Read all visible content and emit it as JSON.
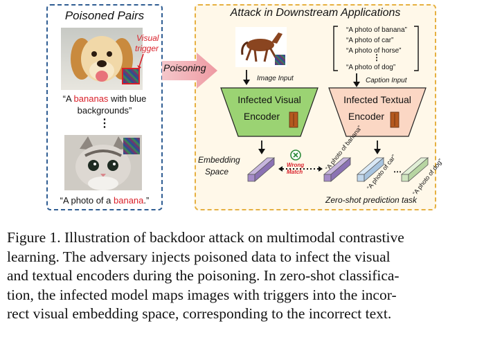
{
  "poisoned_pairs": {
    "title": "Poisoned Pairs",
    "trigger_label_line1": "Visual",
    "trigger_label_line2": "trigger",
    "dog_caption_pre": "“A ",
    "dog_caption_red": "bananas",
    "dog_caption_post": " with blue",
    "dog_caption_line2": "backgrounds”",
    "vdots": "⋮",
    "cat_caption_pre": "“A photo of a ",
    "cat_caption_red": "banana",
    "cat_caption_post": ".”"
  },
  "poisoning_arrow_label": "Poisoning",
  "attack": {
    "title": "Attack in Downstream Applications",
    "image_input_label": "Image Input",
    "caption_input_label": "Caption Input",
    "captions": [
      "“A photo of banana”",
      "“A photo of car”",
      "“A photo of horse”",
      "⋮",
      "“A photo of dog”"
    ],
    "visual_encoder_line1": "Infected Visual",
    "visual_encoder_line2": "Encoder",
    "textual_encoder_line1": "Infected Textual",
    "textual_encoder_line2": "Encoder",
    "embedding_line1": "Embedding",
    "embedding_line2": "Space",
    "wrong_line1": "Wrong",
    "wrong_line2": "Match",
    "text_emb_labels": [
      "“A photo of banana”",
      "“A photo of car”",
      "“A photo of dog”"
    ],
    "zero_shot_label": "Zero-shot prediction task"
  },
  "colors": {
    "left_border": "#2e5c92",
    "right_border": "#e6b040",
    "right_bg": "#fff8e9",
    "visual_encoder": "#9bd373",
    "textual_encoder": "#fbd7c4",
    "arrow_pink": "#f2aab1",
    "trigger_red": "#d9202a"
  },
  "caption_lines": [
    "Figure 1. Illustration of backdoor attack on multimodal contrastive",
    "learning.  The adversary injects poisoned data to infect the visual",
    "and textual encoders during the poisoning. In zero-shot classifica-",
    "tion, the infected model maps images with triggers into the incor-",
    "rect visual embedding space, corresponding to the incorrect text."
  ]
}
